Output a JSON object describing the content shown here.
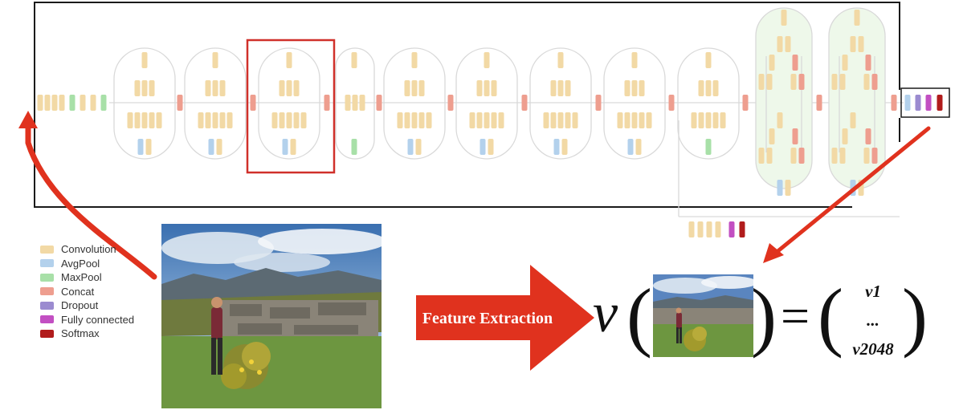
{
  "legend": {
    "items": [
      {
        "label": "Convolution",
        "color": "#f2d9a5"
      },
      {
        "label": "AvgPool",
        "color": "#b3d1ec"
      },
      {
        "label": "MaxPool",
        "color": "#a8e0a8"
      },
      {
        "label": "Concat",
        "color": "#ee9e8f"
      },
      {
        "label": "Dropout",
        "color": "#9b8bd0"
      },
      {
        "label": "Fully connected",
        "color": "#c24fc2"
      },
      {
        "label": "Softmax",
        "color": "#b11c1c"
      }
    ]
  },
  "colors": {
    "arrow_red": "#e0321e",
    "highlight_box": "#d0302a",
    "frame": "#1a1a1a",
    "module_outline": "#d9d9d9",
    "large_module_fill": "#eef8ea"
  },
  "pipeline": {
    "arrow_label": "Feature Extraction"
  },
  "equation": {
    "function": "v",
    "open_paren": "(",
    "close_paren": ")",
    "equals": "=",
    "vector_first": "v1",
    "vector_dots": "...",
    "vector_last": "v2048"
  },
  "icons": {
    "input_photo": "photo-woman-mountain-ruins",
    "thumbnail": "photo-thumbnail",
    "arrow_to_input": "curved-arrow-icon",
    "arrow_from_output": "diagonal-arrow-icon",
    "big_arrow": "big-right-arrow-icon"
  }
}
